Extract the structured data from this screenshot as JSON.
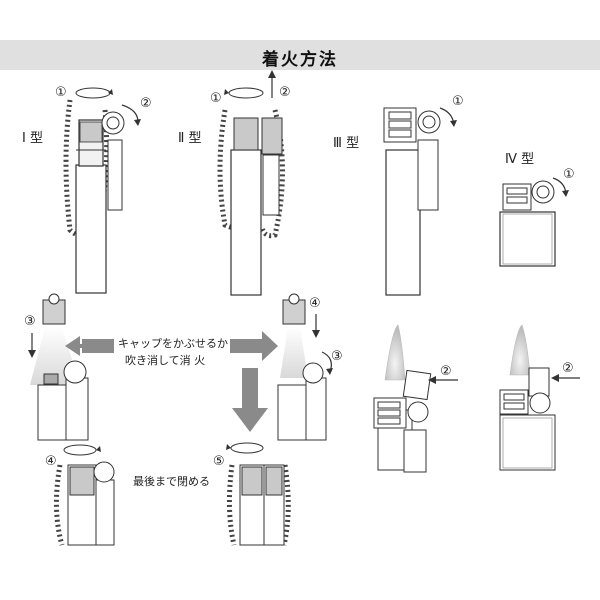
{
  "title": "着火方法",
  "types": {
    "type1": "Ⅰ 型",
    "type2": "Ⅱ 型",
    "type3": "Ⅲ 型",
    "type4": "Ⅳ 型"
  },
  "steps": {
    "s1": "①",
    "s2": "②",
    "s3": "③",
    "s4": "④",
    "s5": "⑤"
  },
  "instructions": {
    "extinguish_line1": "キャップをかぶせるか",
    "extinguish_line2": "吹き消して消 火",
    "close_fully": "最後まで閉める"
  },
  "colors": {
    "header_bg": "#e0e0e0",
    "arrow_gray": "#8a8a8a",
    "line": "#333333"
  }
}
